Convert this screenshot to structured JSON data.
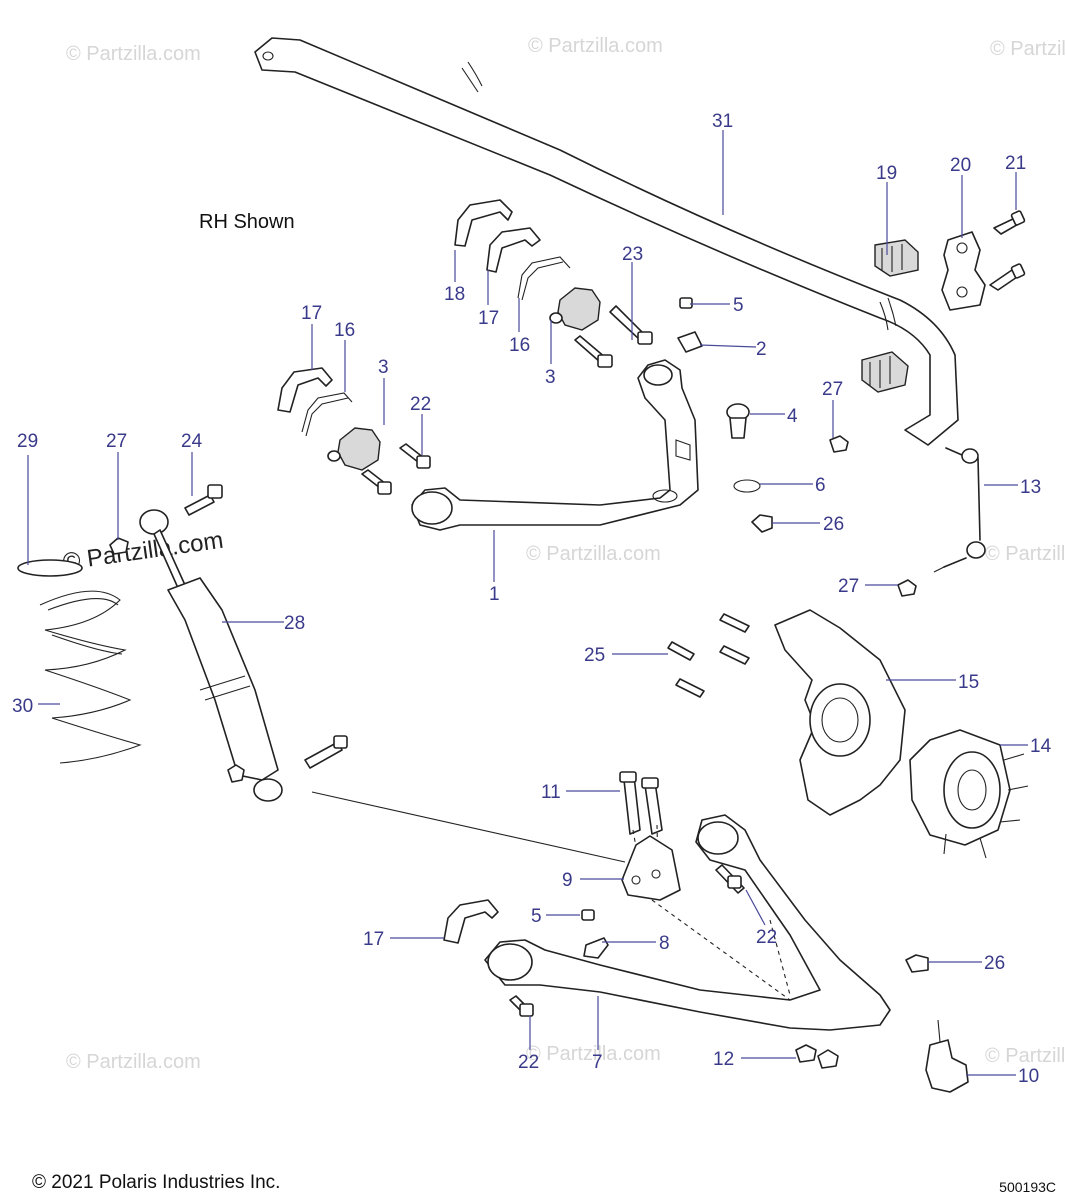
{
  "view_label": "RH Shown",
  "copyright": "© 2021 Polaris Industries Inc.",
  "diagram_id": "500193C",
  "watermark": "© Partzilla.com",
  "colors": {
    "callout": "#3a3a8a",
    "line": "#222222",
    "watermark": "#d6d6d6"
  },
  "callouts": {
    "c1": "1",
    "c2": "2",
    "c3a": "3",
    "c3b": "3",
    "c4": "4",
    "c5a": "5",
    "c5b": "5",
    "c6": "6",
    "c7": "7",
    "c8": "8",
    "c9": "9",
    "c10": "10",
    "c11": "11",
    "c12": "12",
    "c13": "13",
    "c14": "14",
    "c15": "15",
    "c16a": "16",
    "c16b": "16",
    "c17a": "17",
    "c17b": "17",
    "c17c": "17",
    "c18": "18",
    "c19": "19",
    "c20": "20",
    "c21": "21",
    "c22a": "22",
    "c22b": "22",
    "c22c": "22",
    "c23": "23",
    "c24": "24",
    "c25": "25",
    "c26a": "26",
    "c26b": "26",
    "c27a": "27",
    "c27b": "27",
    "c27c": "27",
    "c28": "28",
    "c29": "29",
    "c30": "30",
    "c31": "31"
  }
}
